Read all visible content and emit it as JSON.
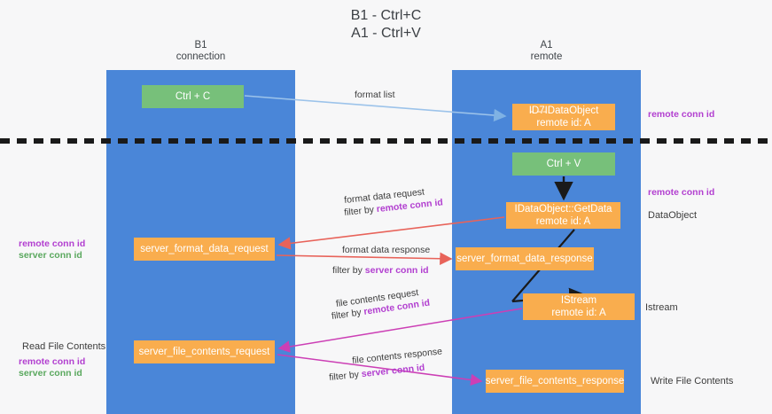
{
  "title": "B1 - Ctrl+C\nA1 - Ctrl+V",
  "lanes": [
    {
      "name": "b1",
      "header": "B1\nconnection",
      "color": "#4a86d8"
    },
    {
      "name": "a1",
      "header": "A1\nremote",
      "color": "#4a86d8"
    }
  ],
  "colors": {
    "lane": "#4a86d8",
    "green_node": "#77c07a",
    "orange_node": "#f9ad4e",
    "purple_text": "#b23fd0",
    "green_text": "#5aa85e",
    "arrow_blue": "#9cc3ea",
    "arrow_red": "#e8635a",
    "arrow_magenta": "#cc3fb5",
    "arrow_black": "#1a1a1a",
    "background": "#f7f7f8"
  },
  "nodes": {
    "ctrl_c": "Ctrl + C",
    "idataobject": "I̵D̵7̵IDataObject\nremote id: A",
    "ctrl_v": "Ctrl + V",
    "getdata": "IDataObject::GetData\nremote id: A",
    "server_format_data_request": "server_format_data_request",
    "server_format_data_response": "server_format_data_response",
    "istream": "IStream\nremote id: A",
    "server_file_contents_request": "server_file_contents_request",
    "server_file_contents_response": "server_file_contents_response"
  },
  "edge_labels": {
    "format_list": "format list",
    "format_data_request": "format data request",
    "format_data_response": "format data response",
    "file_contents_request": "file contents request",
    "file_contents_response": "file contents response",
    "filter_by": "filter by ",
    "remote_conn_id": "remote conn id",
    "server_conn_id": "server conn id"
  },
  "side_labels": {
    "right_remote_conn_id_top": "remote conn id",
    "right_remote_conn_id_mid": "remote conn id",
    "right_dataobject": "DataObject",
    "right_istream": "Istream",
    "right_write_file_contents": "Write File Contents",
    "left_remote_conn_id": "remote conn id",
    "left_server_conn_id": "server conn id",
    "left_read_file_contents": "Read File Contents",
    "left_remote_conn_id_2": "remote conn id",
    "left_server_conn_id_2": "server conn id"
  }
}
